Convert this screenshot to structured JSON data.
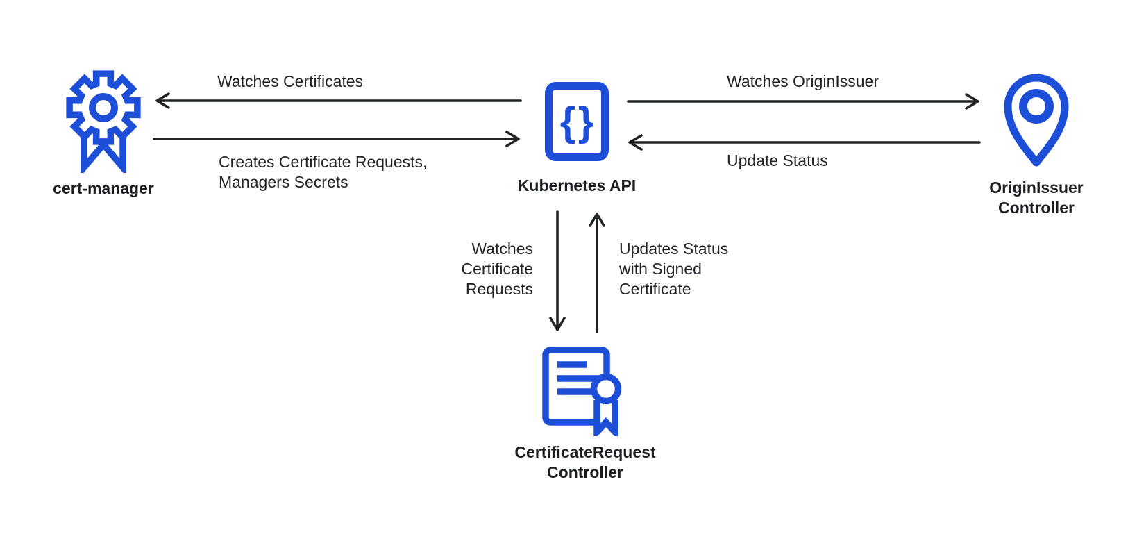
{
  "background_color": "#ffffff",
  "accent_color": "#1d4ed8",
  "ink_color": "#212529",
  "nodes": {
    "cert_manager": {
      "label": "cert-manager",
      "icon": "certificate-badge-icon"
    },
    "kubernetes_api": {
      "label": "Kubernetes API",
      "icon": "api-braces-icon",
      "brace_open": "{",
      "brace_close": "}"
    },
    "originissuer_controller": {
      "label": "OriginIssuer\nController",
      "icon": "location-pin-icon"
    },
    "certificaterequest_controller": {
      "label": "CertificateRequest\nController",
      "icon": "certificate-document-icon"
    }
  },
  "edges": {
    "watches_certificates": {
      "label": "Watches Certificates",
      "from": "Kubernetes API",
      "to": "cert-manager",
      "direction": "left"
    },
    "creates_certificate_requests": {
      "label": "Creates Certificate Requests,\nManagers Secrets",
      "from": "cert-manager",
      "to": "Kubernetes API",
      "direction": "right"
    },
    "watches_originissuer": {
      "label": "Watches OriginIssuer",
      "from": "Kubernetes API",
      "to": "OriginIssuer Controller",
      "direction": "right"
    },
    "update_status": {
      "label": "Update Status",
      "from": "OriginIssuer Controller",
      "to": "Kubernetes API",
      "direction": "left"
    },
    "watches_certificate_requests": {
      "label": "Watches\nCertificate\nRequests",
      "from": "Kubernetes API",
      "to": "CertificateRequest Controller",
      "direction": "down"
    },
    "updates_status_with_signed_certificate": {
      "label": "Updates Status\nwith Signed\nCertificate",
      "from": "CertificateRequest Controller",
      "to": "Kubernetes API",
      "direction": "up"
    }
  }
}
